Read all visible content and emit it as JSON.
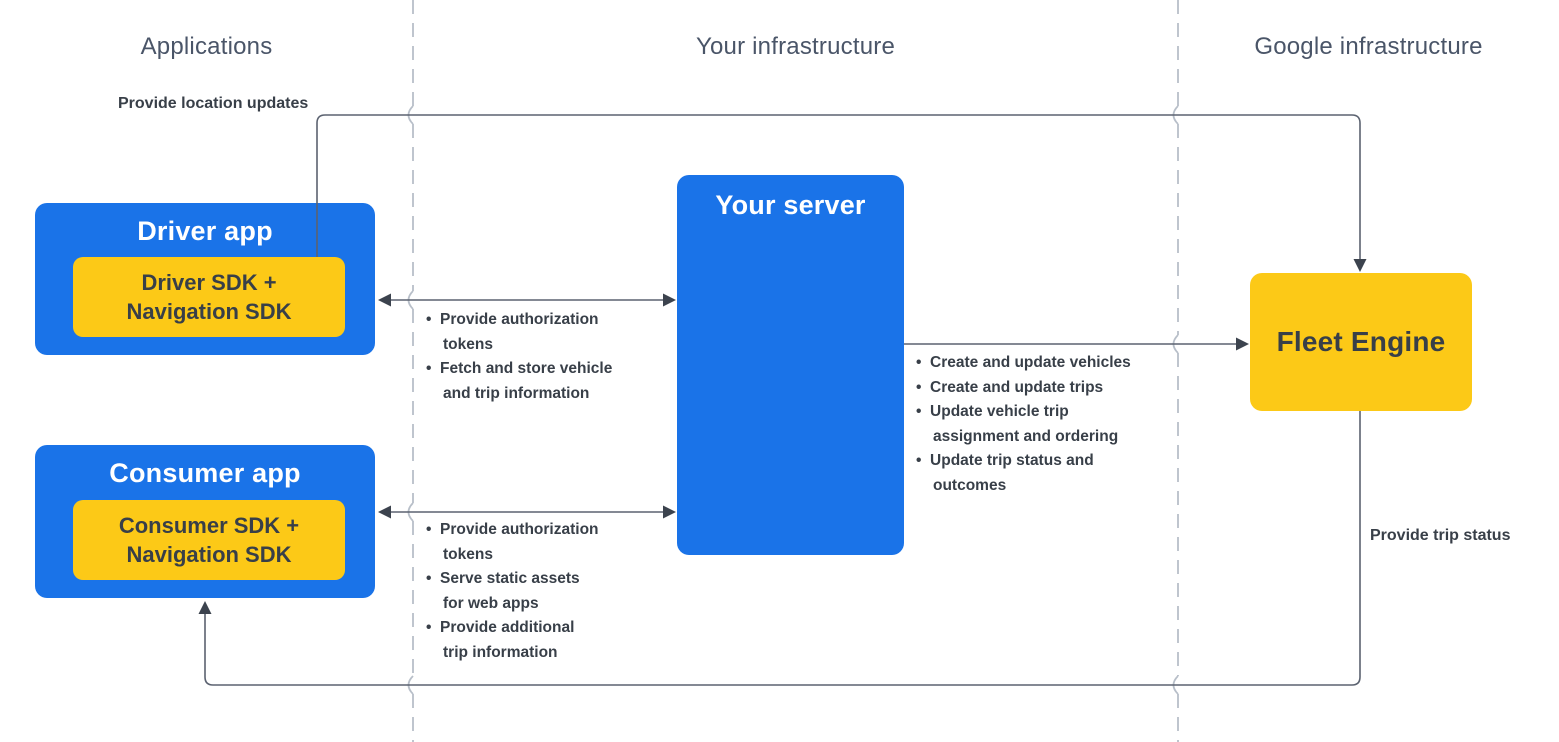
{
  "columns": [
    {
      "label": "Applications"
    },
    {
      "label": "Your infrastructure"
    },
    {
      "label": "Google infrastructure"
    }
  ],
  "nodes": {
    "driver_app": {
      "title": "Driver app",
      "sdk": "Driver SDK + Navigation SDK"
    },
    "consumer_app": {
      "title": "Consumer app",
      "sdk": "Consumer SDK + Navigation SDK"
    },
    "your_server": {
      "title": "Your server"
    },
    "fleet_engine": {
      "title": "Fleet Engine"
    }
  },
  "edges": {
    "location_updates": {
      "label": "Provide location updates"
    },
    "trip_status": {
      "label": "Provide trip status"
    },
    "driver_server": {
      "items": [
        "Provide authorization tokens",
        "Fetch and store vehicle and trip information"
      ]
    },
    "server_fleet": {
      "items": [
        "Create and update vehicles",
        "Create and update trips",
        "Update vehicle trip assignment and ordering",
        "Update trip status and outcomes"
      ]
    },
    "consumer_server": {
      "items": [
        "Provide authorization tokens",
        "Serve static assets for web apps",
        "Provide additional trip information"
      ]
    }
  },
  "colors": {
    "blue": "#1a73e8",
    "yellow": "#fcc917",
    "dark-text": "#383f48",
    "header-text": "#4a5568",
    "line": "#5b6270",
    "head": "#3c434e",
    "dashed": "#b8bfc9",
    "bg": "#ffffff",
    "white-text": "#ffffff"
  }
}
